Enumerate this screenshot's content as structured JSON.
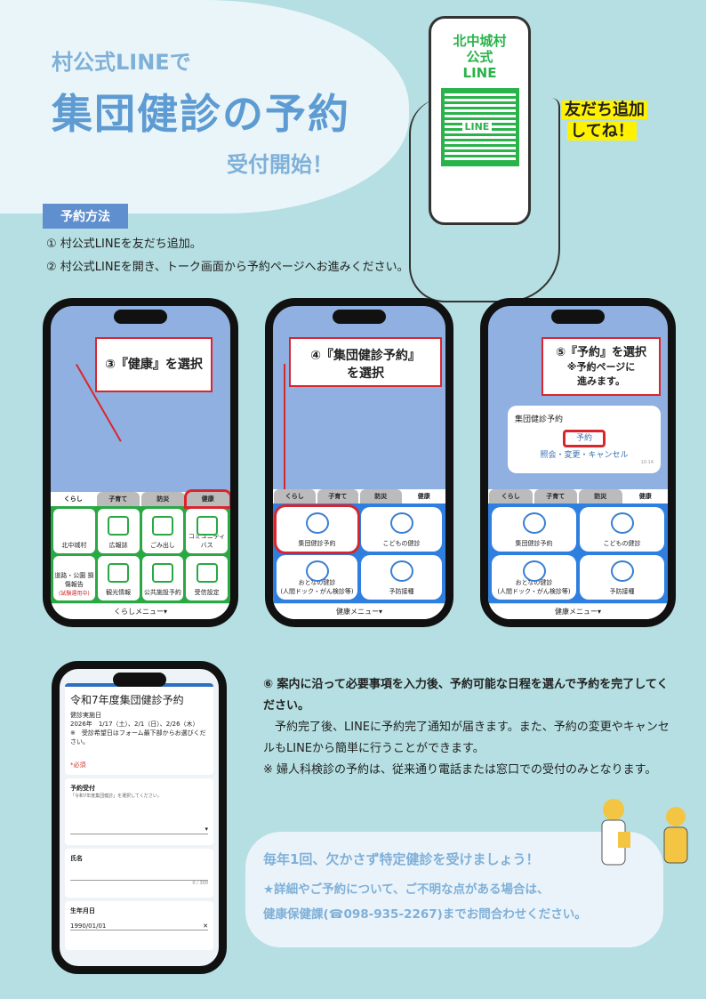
{
  "header": {
    "line1": "村公式LINEで",
    "title": "集団健診の予約",
    "line3": "受付開始！"
  },
  "qr_phone": {
    "title": [
      "北中城村",
      "公式",
      "LINE"
    ],
    "qr_label": "LINE"
  },
  "friend_callout": [
    "友だち追加",
    "してね！"
  ],
  "howto": {
    "label": "予約方法",
    "steps": [
      "① 村公式LINEを友だち追加。",
      "② 村公式LINEを開き、トーク画面から予約ページへお進みください。"
    ]
  },
  "tabs": [
    "くらし",
    "子育て",
    "防災",
    "健康"
  ],
  "phone1": {
    "callout": "③『健康』を選択",
    "items": [
      "北中城村",
      "広報誌",
      "ごみ出し",
      "コミュニティバス",
      "道路・公園 損傷報告",
      "観光情報",
      "公共施設予約",
      "受信設定"
    ],
    "note": "(試験運用中)",
    "menu_label": "くらしメニュー▾"
  },
  "phone2": {
    "callout": [
      "④『集団健診予約』",
      "を選択"
    ],
    "items": [
      "集団健診予約",
      "こどもの健診",
      "おとなの健診\n(人間ドック・がん検診等)",
      "予防接種"
    ],
    "menu_label": "健康メニュー▾"
  },
  "phone3": {
    "callout": [
      "⑤『予約』を選択",
      "※予約ページに",
      "進みます。"
    ],
    "chat_title": "集団健診予約",
    "reserve": "予約",
    "other": "照会・変更・キャンセル",
    "time": "10:14",
    "items": [
      "集団健診予約",
      "こどもの健診",
      "おとなの健診\n(人間ドック・がん検診等)",
      "予防接種"
    ],
    "menu_label": "健康メニュー▾"
  },
  "form": {
    "title": "令和7年度集団健診予約",
    "date_label": "健診実施日",
    "dates": "2026年　1/17（土）、2/1（日）、2/26（木）",
    "note": "※　受診希望日はフォーム最下部からお選びください。",
    "required": "*必須",
    "f1_label": "予約受付",
    "f1_help": "「令和7年度集団健診」を選択してください。",
    "f2_label": "氏名",
    "f2_count": "0 / 300",
    "f3_label": "生年月日",
    "f3_value": "1990/01/01"
  },
  "step6": {
    "head": "⑥ 案内に沿って必要事項を入力後、予約可能な日程を選んで予約を完了してください。",
    "p1": "　予約完了後、LINEに予約完了通知が届きます。また、予約の変更やキャンセルもLINEから簡単に行うことができます。",
    "p2": "※ 婦人科検診の予約は、従来通り電話または窓口での受付のみとなります。"
  },
  "notice": {
    "head": "毎年1回、欠かさず特定健診を受けましょう！",
    "p1": "★詳細やご予約について、ご不明な点がある場合は、",
    "p2": "健康保健課(☎098-935-2267)までお問合わせください。"
  },
  "colors": {
    "background": "#b5dfe2",
    "accent": "#5d9bd2",
    "line_green": "#2ab34b",
    "callout_red": "#d9262d"
  }
}
